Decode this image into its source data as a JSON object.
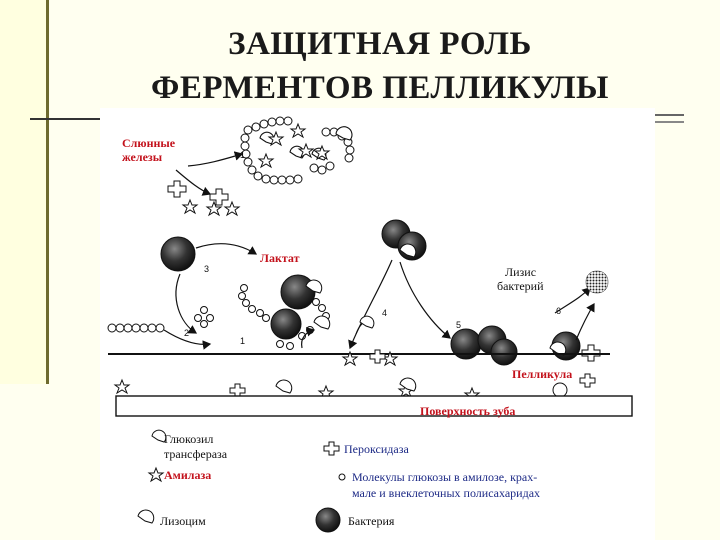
{
  "slide": {
    "title_line1": "ЗАЩИТНАЯ РОЛЬ",
    "title_line2": "ФЕРМЕНТОВ ПЕЛЛИКУЛЫ"
  },
  "diagram": {
    "salivary_line1": "Слюнные",
    "salivary_line2": "железы",
    "lactate": "Лактат",
    "lysis_line1": "Лизис",
    "lysis_line2": "бактерий",
    "pellicle": "Пелликула",
    "tooth_surface": "Поверхность зуба",
    "steps": [
      "1",
      "2",
      "3",
      "4",
      "5",
      "6",
      "1"
    ]
  },
  "legend": {
    "glucosyl_line1": "Глюкозил",
    "glucosyl_line2": "трансфераза",
    "amylase": "Амилаза",
    "lysozyme": "Лизоцим",
    "peroxidase": "Пероксидаза",
    "glucose_line1": "Молекулы глюкозы в амилозе, крах-",
    "glucose_line2": "мале и внеклеточных полисахаридах",
    "bacterium": "Бактерия"
  },
  "colors": {
    "red_label": "#c3121c",
    "blue_label": "#1d2a86",
    "left_bar": "#6e6b2f"
  }
}
